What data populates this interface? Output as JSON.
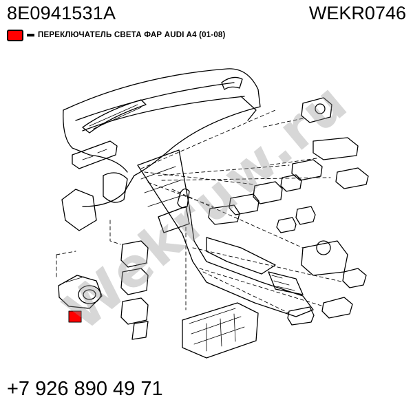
{
  "header": {
    "part_number": "8E0941531A",
    "catalog_code": "WEKR0746"
  },
  "legend": {
    "swatch_color": "#ff0000",
    "text": "ПЕРЕКЛЮЧАТЕЛЬ СВЕТА ФАР AUDI A4 (01-08)"
  },
  "diagram": {
    "highlight_color": "#ff0000",
    "line_color": "#000000"
  },
  "watermark": {
    "text": "Wekruw.ru"
  },
  "footer": {
    "phone": "+7 926 890 49 71"
  }
}
